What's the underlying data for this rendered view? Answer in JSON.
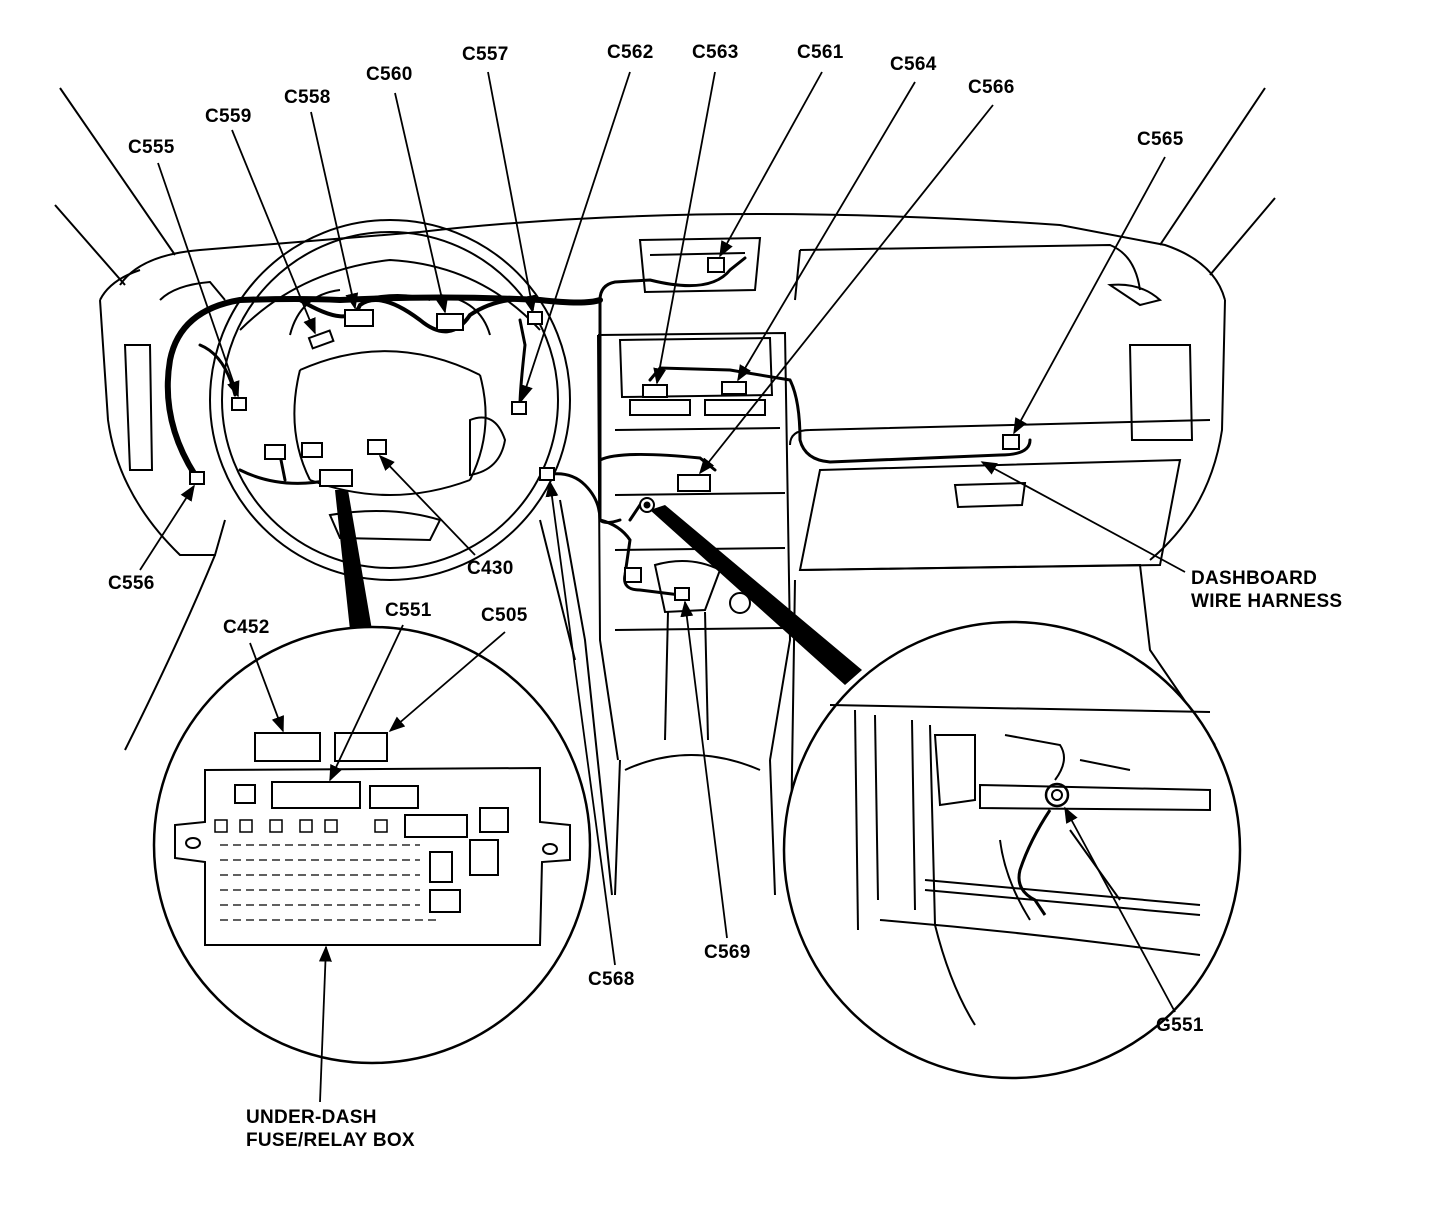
{
  "labels": {
    "c555": "C555",
    "c559": "C559",
    "c558": "C558",
    "c560": "C560",
    "c557": "C557",
    "c562": "C562",
    "c563": "C563",
    "c561": "C561",
    "c564": "C564",
    "c566": "C566",
    "c565": "C565",
    "c556": "C556",
    "c430": "C430",
    "c452": "C452",
    "c551": "C551",
    "c505": "C505",
    "c568": "C568",
    "c569": "C569",
    "g551": "G551",
    "dashboard_harness_line1": "DASHBOARD",
    "dashboard_harness_line2": "WIRE HARNESS",
    "fuse_box_line1": "UNDER-DASH",
    "fuse_box_line2": "FUSE/RELAY BOX"
  },
  "colors": {
    "ink": "#000000",
    "paper": "#ffffff"
  }
}
